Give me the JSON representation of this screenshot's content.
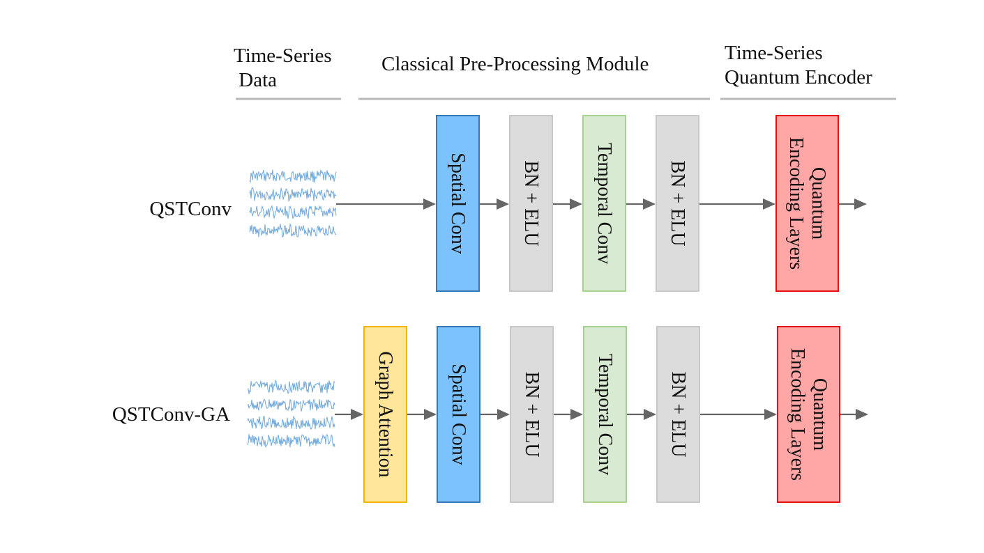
{
  "headers": {
    "data": [
      "Time-Series",
      " Data"
    ],
    "classical": "Classical Pre-Processing Module",
    "quantum": [
      "Time-Series",
      "Quantum Encoder"
    ]
  },
  "rows": [
    {
      "label": "QSTConv",
      "blocks": [
        {
          "lines": [
            "Spatial Conv"
          ],
          "kind": "spatial"
        },
        {
          "lines": [
            "BN + ELU"
          ],
          "kind": "bn"
        },
        {
          "lines": [
            "Temporal Conv"
          ],
          "kind": "temporal"
        },
        {
          "lines": [
            "BN + ELU"
          ],
          "kind": "bn"
        },
        {
          "lines": [
            "Quantum",
            "Encoding Layers"
          ],
          "kind": "quantum"
        }
      ]
    },
    {
      "label": "QSTConv-GA",
      "blocks": [
        {
          "lines": [
            "Graph Attention"
          ],
          "kind": "graph"
        },
        {
          "lines": [
            "Spatial Conv"
          ],
          "kind": "spatial"
        },
        {
          "lines": [
            "BN + ELU"
          ],
          "kind": "bn"
        },
        {
          "lines": [
            "Temporal Conv"
          ],
          "kind": "temporal"
        },
        {
          "lines": [
            "BN + ELU"
          ],
          "kind": "bn"
        },
        {
          "lines": [
            "Quantum",
            "Encoding Layers"
          ],
          "kind": "quantum"
        }
      ]
    }
  ],
  "colors": {
    "graph": {
      "fill": "#ffe699",
      "stroke": "#f2b705"
    },
    "spatial": {
      "fill": "#7cc2ff",
      "stroke": "#3d76b0"
    },
    "bn": {
      "fill": "#dcdcdc",
      "stroke": "#c8c8c8"
    },
    "temporal": {
      "fill": "#d9ead3",
      "stroke": "#a9d18e"
    },
    "quantum": {
      "fill": "#ffa6a6",
      "stroke": "#e31010"
    },
    "arrow": "#666666",
    "signal": "#6fa8dc"
  }
}
